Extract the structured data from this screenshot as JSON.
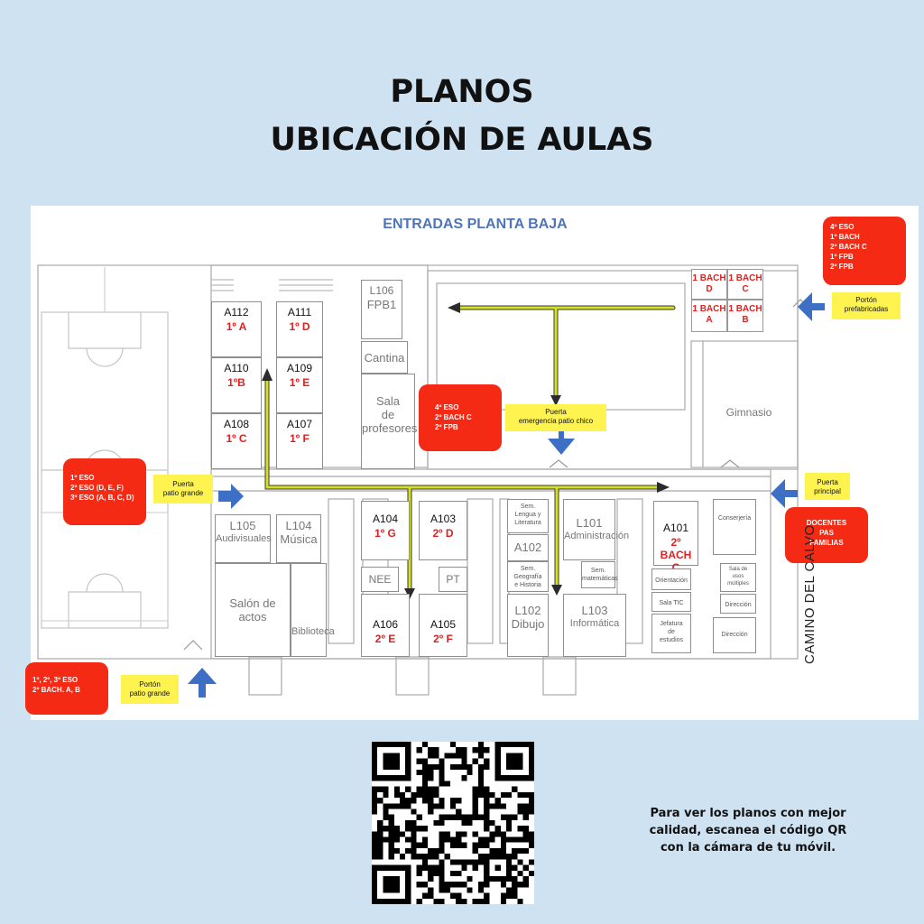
{
  "header": {
    "line1": "PLANOS",
    "line2": "UBICACIÓN DE AULAS"
  },
  "plan": {
    "title": "ENTRADAS PLANTA BAJA",
    "street": "CAMINO DEL CALVO",
    "rooms": {
      "a112": {
        "code": "A112",
        "group": "1º A"
      },
      "a111": {
        "code": "A111",
        "group": "1º D"
      },
      "a110": {
        "code": "A110",
        "group": "1ºB"
      },
      "a109": {
        "code": "A109",
        "group": "1º E"
      },
      "a108": {
        "code": "A108",
        "group": "1º C"
      },
      "a107": {
        "code": "A107",
        "group": "1º F"
      },
      "a104": {
        "code": "A104",
        "group": "1º G"
      },
      "a103": {
        "code": "A103",
        "group": "2º D"
      },
      "a106": {
        "code": "A106",
        "group": "2º E"
      },
      "a105": {
        "code": "A105",
        "group": "2º F"
      },
      "a101": {
        "code": "A101",
        "group": "2º BACH",
        "group2": "C"
      },
      "a102": {
        "code": "A102"
      },
      "l106": {
        "code": "L106",
        "sub": "FPB1"
      },
      "cantina": {
        "name": "Cantina"
      },
      "sala_prof": {
        "line1": "Sala",
        "line2": "de",
        "line3": "profesores"
      },
      "l105": {
        "code": "L105",
        "sub": "Audivisuales"
      },
      "l104": {
        "code": "L104",
        "sub": "Música"
      },
      "nee": {
        "name": "NEE"
      },
      "pt": {
        "name": "PT"
      },
      "salon": {
        "line1": "Salón de",
        "line2": "actos"
      },
      "biblioteca": {
        "name": "Biblioteca"
      },
      "l101": {
        "code": "L101",
        "sub": "Administración"
      },
      "l102": {
        "code": "L102",
        "sub": "Dibujo"
      },
      "l103": {
        "code": "L103",
        "sub": "Informática"
      },
      "gimnasio": {
        "name": "Gimnasio"
      },
      "conserjeria": {
        "name": "Conserjería"
      },
      "sem_lengua": {
        "line1": "Sem.",
        "line2": "Lengua y",
        "line3": "Literatura"
      },
      "sem_geo": {
        "line1": "Sem.",
        "line2": "Geografía",
        "line3": "e Historia"
      },
      "sem_mat": {
        "line1": "Sem.",
        "line2": "matemáticas"
      },
      "orientacion": {
        "name": "Orientación"
      },
      "sala_tic": {
        "name": "Sala TIC"
      },
      "direccion1": {
        "name": "Dirección"
      },
      "direccion2": {
        "name": "Dirección"
      },
      "jefatura": {
        "line1": "Jefatura",
        "line2": "de",
        "line3": "estudios"
      },
      "usos_mult": {
        "line1": "Sala de",
        "line2": "usos",
        "line3": "múltiples"
      }
    },
    "bach_grid": [
      {
        "line1": "1 BACH",
        "line2": "D"
      },
      {
        "line1": "1 BACH",
        "line2": "C"
      },
      {
        "line1": "1 BACH",
        "line2": "A"
      },
      {
        "line1": "1 BACH",
        "line2": "B"
      }
    ],
    "red_boxes": {
      "top_right": [
        "4º ESO",
        "1º BACH",
        "2º BACH C",
        "1º FPB",
        "2º FPB"
      ],
      "center": [
        "4º ESO",
        "2º BACH C",
        "2º FPB"
      ],
      "left": [
        "1º ESO",
        "2º ESO (D, E, F)",
        "3º ESO (A, B, C, D)"
      ],
      "bottom_left": [
        "1º, 2º, 3º  ESO",
        "2º BACH. A, B"
      ],
      "right": [
        "DOCENTES",
        "PAS",
        "FAMILIAS"
      ]
    },
    "yellow_labels": {
      "porton_prefab": [
        "Portón",
        "prefabricadas"
      ],
      "puerta_emergencia": [
        "Puerta",
        "emergencia patio chico"
      ],
      "puerta_patio": [
        "Puerta",
        "patio grande"
      ],
      "puerta_principal": [
        "Puerta",
        "principal"
      ],
      "porton_patio": [
        "Portón",
        "patio grande"
      ]
    },
    "colors": {
      "route": "#d4e020",
      "arrow": "#3d6fc4",
      "red": "#f42a14",
      "yellow": "#fff44f",
      "title": "#4f74b8"
    }
  },
  "qr_caption": {
    "line1": "Para ver los planos con mejor",
    "line2": "calidad,  escanea el código QR",
    "line3": "con la cámara de tu móvil."
  }
}
